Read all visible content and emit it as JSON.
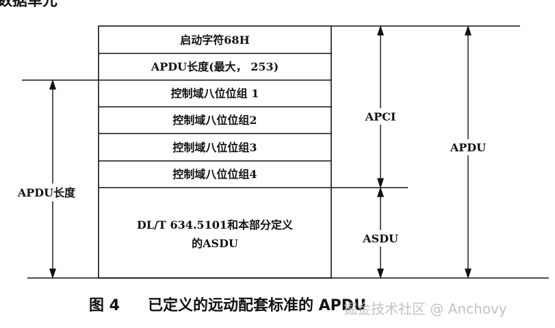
{
  "header_fragment": "数据单元",
  "apdu_rows": [
    "启动字符68H",
    "APDU长度(最大， 253)",
    "控制域八位位组 1",
    "控制域八位位组2",
    "控制域八位位组3",
    "控制域八位位组4"
  ],
  "asdu_row": [
    "DL/T 634.5101和本部分定义",
    "的ASDU"
  ],
  "labels": {
    "apdu_length": "APDU长度",
    "apci": "APCI",
    "asdu": "ASDU",
    "apdu": "APDU"
  },
  "caption": {
    "figure_no": "图 4",
    "title": "已定义的远动配套标准的 APDU"
  },
  "watermark": "掘金技术社区 @ Anchovy",
  "colors": {
    "ink": "#111111",
    "background": "#ffffff",
    "watermark": "#bbbbbb"
  }
}
